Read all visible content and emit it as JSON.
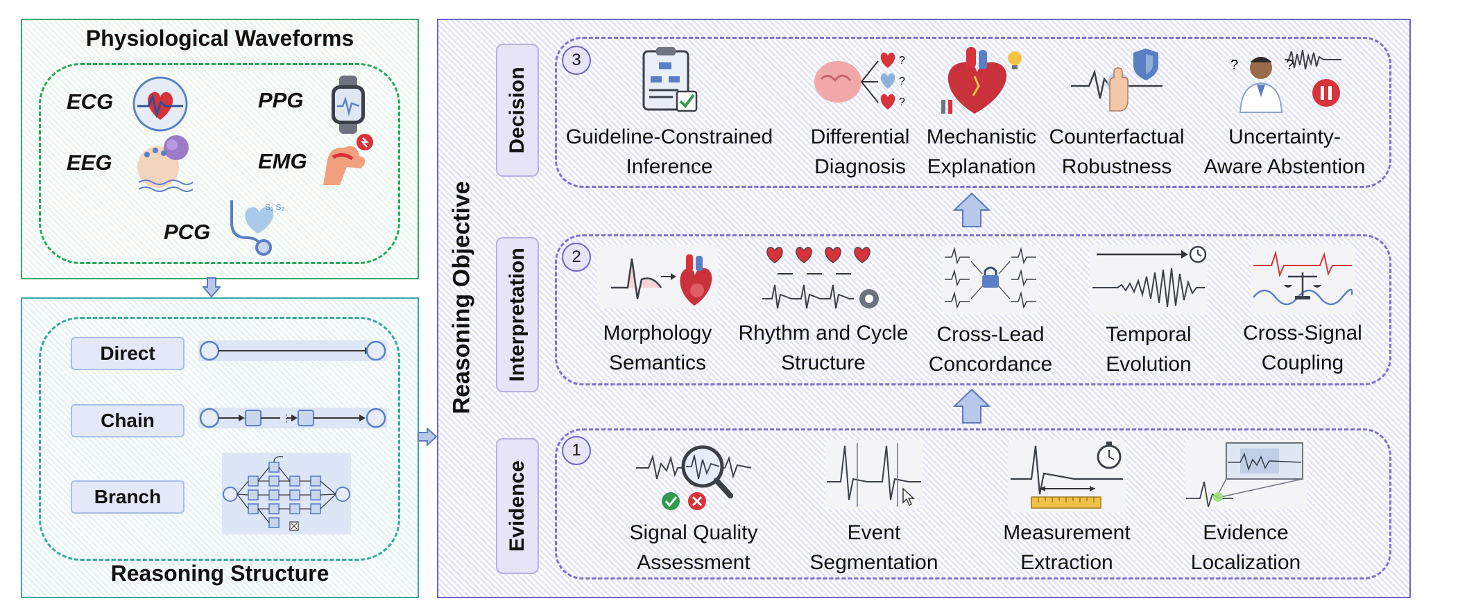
{
  "waveforms_panel": {
    "title": "Physiological Waveforms",
    "signals": [
      "ECG",
      "PPG",
      "EEG",
      "EMG",
      "PCG"
    ]
  },
  "structure_panel": {
    "title": "Reasoning Structure",
    "types": [
      "Direct",
      "Chain",
      "Branch"
    ]
  },
  "objective_panel": {
    "title": "Reasoning Objective",
    "layers": [
      {
        "number": "3",
        "name": "Decision",
        "items": [
          [
            "Guideline-Constrained",
            "Inference"
          ],
          [
            "Differential",
            "Diagnosis"
          ],
          [
            "Mechanistic",
            "Explanation"
          ],
          [
            "Counterfactual",
            "Robustness"
          ],
          [
            "Uncertainty-",
            "Aware Abstention"
          ]
        ]
      },
      {
        "number": "2",
        "name": "Interpretation",
        "items": [
          [
            "Morphology",
            "Semantics"
          ],
          [
            "Rhythm and Cycle",
            "Structure"
          ],
          [
            "Cross-Lead",
            "Concordance"
          ],
          [
            "Temporal",
            "Evolution"
          ],
          [
            "Cross-Signal",
            "Coupling"
          ]
        ]
      },
      {
        "number": "1",
        "name": "Evidence",
        "items": [
          [
            "Signal Quality",
            "Assessment"
          ],
          [
            "Event",
            "Segmentation"
          ],
          [
            "Measurement",
            "Extraction"
          ],
          [
            "Evidence",
            "Localization"
          ]
        ]
      }
    ]
  },
  "colors": {
    "green_border": "#3aa66a",
    "teal_border": "#3aa7a0",
    "purple_border": "#6b63c9",
    "arrow_fill": "#b7c8ea",
    "arrow_stroke": "#5b79b8",
    "icon_red": "#d8323a",
    "icon_blue": "#5b7fc4"
  }
}
